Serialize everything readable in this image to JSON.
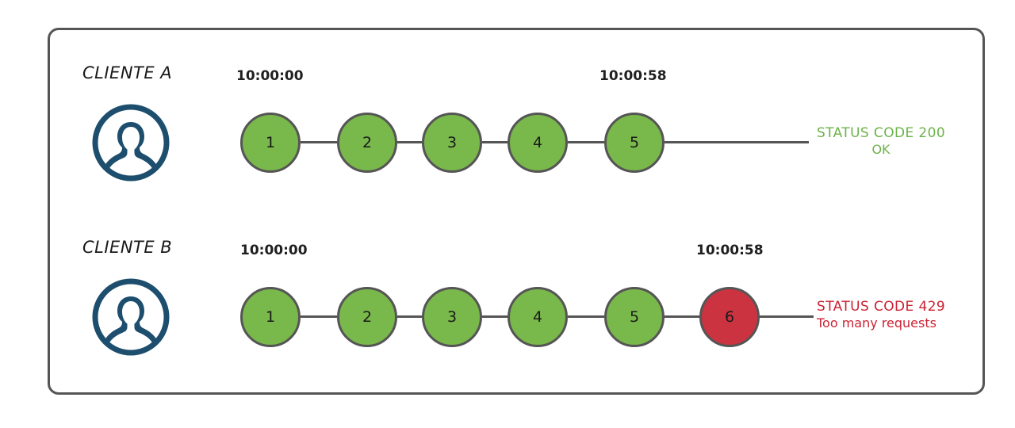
{
  "diagram": {
    "title_hidden": "",
    "panel": {
      "border_color": "#555555",
      "background": "#ffffff"
    },
    "colors": {
      "node_ok": "#79b84a",
      "node_blocked": "#cc3340",
      "node_border": "#555555",
      "avatar": "#1d4e6d",
      "status_ok_text": "#6db24a",
      "status_fail_text": "#cc2233",
      "connector": "#555555"
    },
    "rows": [
      {
        "id": "client-a",
        "label": "CLIENTE A",
        "avatar_icon": "user-avatar-icon",
        "start_time": "10:00:00",
        "end_time": "10:00:58",
        "nodes": [
          {
            "n": "1",
            "state": "ok"
          },
          {
            "n": "2",
            "state": "ok"
          },
          {
            "n": "3",
            "state": "ok"
          },
          {
            "n": "4",
            "state": "ok"
          },
          {
            "n": "5",
            "state": "ok"
          }
        ],
        "status": {
          "line1": "STATUS CODE 200",
          "line2": "OK",
          "kind": "ok"
        }
      },
      {
        "id": "client-b",
        "label": "CLIENTE B",
        "avatar_icon": "user-avatar-icon",
        "start_time": "10:00:00",
        "end_time": "10:00:58",
        "nodes": [
          {
            "n": "1",
            "state": "ok"
          },
          {
            "n": "2",
            "state": "ok"
          },
          {
            "n": "3",
            "state": "ok"
          },
          {
            "n": "4",
            "state": "ok"
          },
          {
            "n": "5",
            "state": "ok"
          },
          {
            "n": "6",
            "state": "blocked"
          }
        ],
        "status": {
          "line1": "STATUS CODE 429",
          "line2": "Too many requests",
          "kind": "fail"
        }
      }
    ]
  }
}
